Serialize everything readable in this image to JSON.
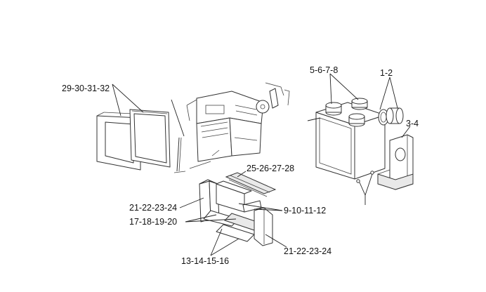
{
  "labels": {
    "glass_frame": "29-30-31-32",
    "hot_air_outlets": "5-6-7-8",
    "collars": "1-2",
    "side_panel": "3-4",
    "top_baffle": "25-26-27-28",
    "side_refractory_left": "21-22-23-24",
    "rear_refractory": "9-10-11-12",
    "base_refractory_front": "17-18-19-20",
    "base_refractory_bottom": "13-14-15-16",
    "side_refractory_right": "21-22-23-24"
  },
  "colors": {
    "line": "#333333",
    "background": "#ffffff"
  }
}
